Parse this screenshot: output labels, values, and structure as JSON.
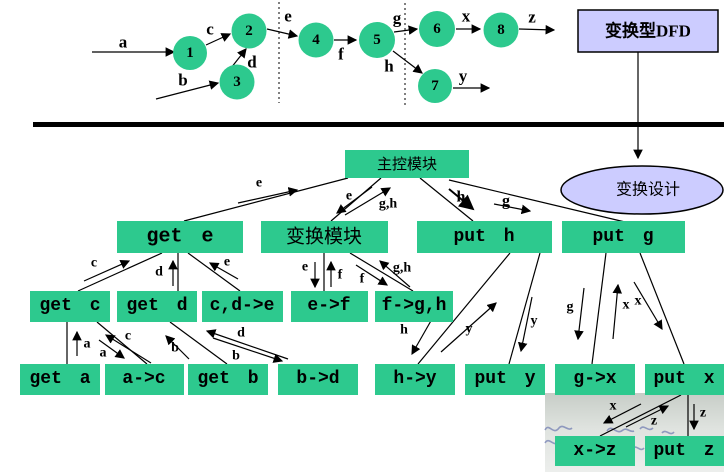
{
  "colors": {
    "green": "#2dc98e",
    "lavender": "#ccccff",
    "ink": "#000000"
  },
  "dfd": {
    "box_label": "变换型DFD",
    "circles": {
      "n1": "1",
      "n2": "2",
      "n3": "3",
      "n4": "4",
      "n5": "5",
      "n6": "6",
      "n7": "7",
      "n8": "8"
    }
  },
  "design_label": "变换设计",
  "modules": {
    "main": "主控模块",
    "get_e": "get e",
    "transform": "变换模块",
    "put_h": "put h",
    "put_g": "put g",
    "get_c": "get c",
    "get_d": "get d",
    "cd_to_e": "c,d->e",
    "e_to_f": "e->f",
    "f_to_gh": "f->g,h",
    "get_a": "get a",
    "a_to_c": "a->c",
    "get_b": "get b",
    "b_to_d": "b->d",
    "h_to_y": "h->y",
    "put_y": "put y",
    "g_to_x": "g->x",
    "put_x": "put x",
    "x_to_z": "x->z",
    "put_z": "put z"
  },
  "flow": {
    "a": "a",
    "b": "b",
    "c": "c",
    "d": "d",
    "e": "e",
    "f": "f",
    "g": "g",
    "h": "h",
    "x": "x",
    "y": "y",
    "z": "z",
    "gh": "g,h"
  }
}
